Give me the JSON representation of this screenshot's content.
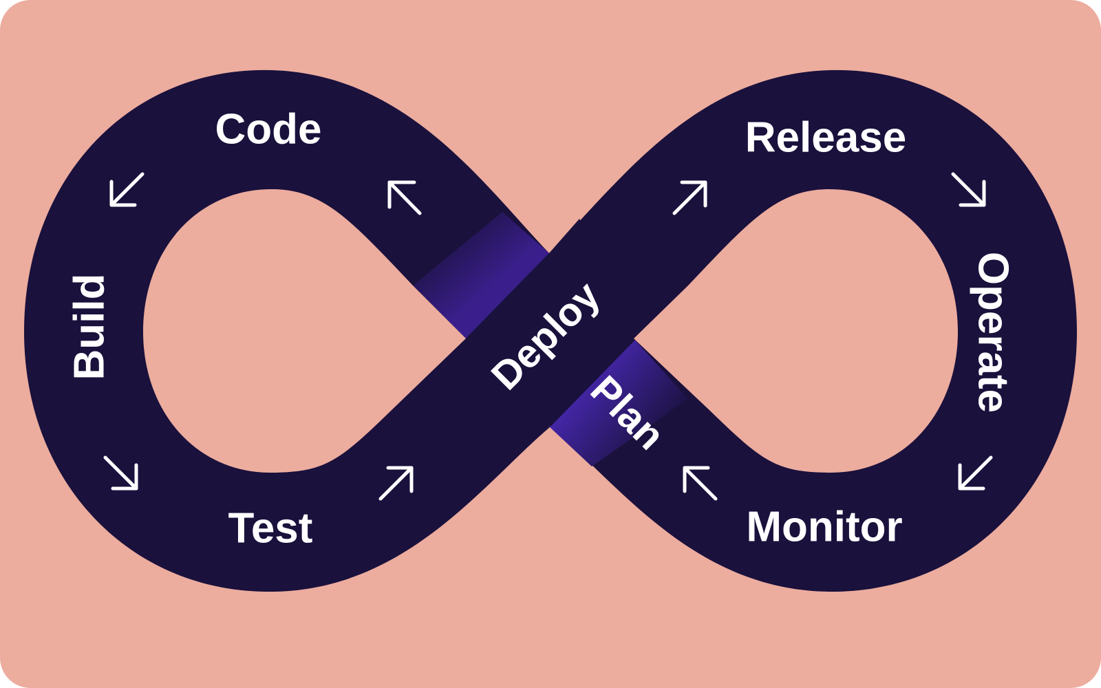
{
  "colors": {
    "background": "#ECAC9E",
    "band": "#1A113C",
    "band_highlight": "#4326A6",
    "text": "#FFFFFF"
  },
  "stages": {
    "plan": "Plan",
    "code": "Code",
    "build": "Build",
    "test": "Test",
    "deploy": "Deploy",
    "release": "Release",
    "operate": "Operate",
    "monitor": "Monitor"
  },
  "icons": {
    "arrow": "arrow-icon"
  }
}
